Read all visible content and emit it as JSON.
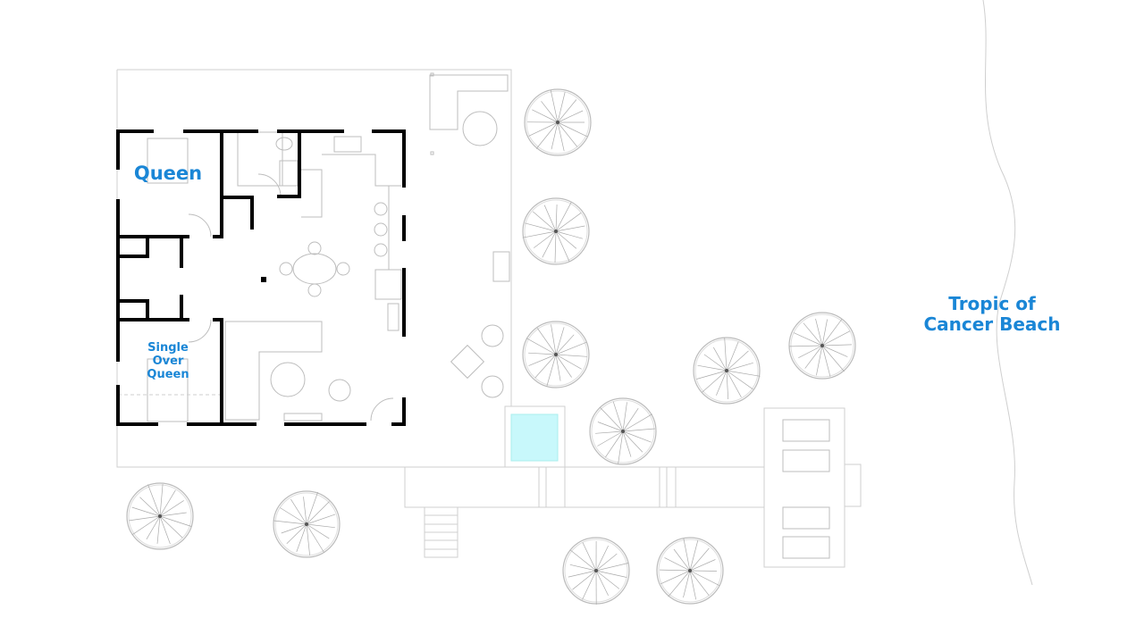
{
  "labels": {
    "queen": "Queen",
    "single_over_queen": [
      "Single",
      "Over",
      "Queen"
    ],
    "beach": [
      "Tropic of",
      "Cancer Beach"
    ]
  },
  "colors": {
    "label": "#1a86d6",
    "pool": "#c8f8fb",
    "wall": "#000000"
  },
  "trees": 10,
  "icons": [
    "tree-icon",
    "bed-icon",
    "sofa-icon",
    "dining-table-icon",
    "sun-lounger-icon",
    "pool-icon",
    "stairs-icon"
  ]
}
